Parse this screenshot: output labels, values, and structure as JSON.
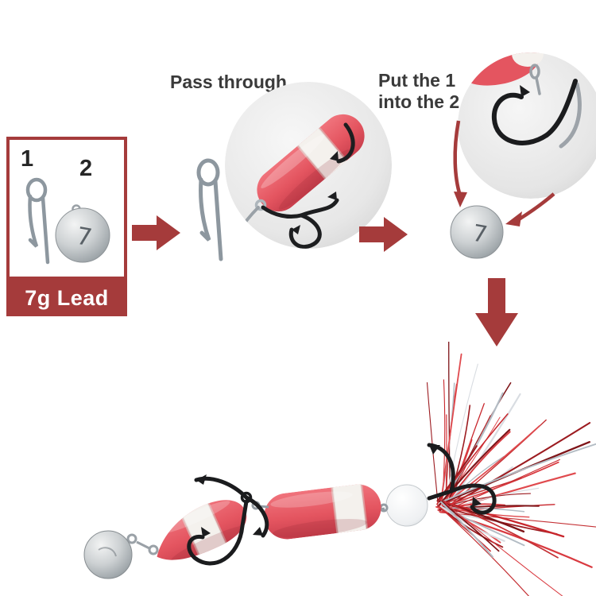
{
  "kit_box": {
    "item1_number": "1",
    "item2_number": "2",
    "caption": "7g Lead",
    "weight_mark": "7"
  },
  "steps": {
    "pass_through_label": "Pass through",
    "put_label_line1": "Put the 1",
    "put_label_line2": "into the 2",
    "step2_weight_mark": "7"
  },
  "colors": {
    "accent_red": "#a53b3b",
    "label_text": "#3a3a3a",
    "lure_red": "#e45560",
    "lure_red_dark": "#c93f4d",
    "foam_white": "#f4f1ed",
    "lead_grey": "#cdd1d3",
    "hook_black": "#1b1c1e",
    "wire_grey": "#949ca3",
    "tinsel_red": "#c8262c",
    "tinsel_silver": "#c3cad1"
  },
  "icons": {
    "snap_clip": "wire-clip shape",
    "lead_ball": "shaded sphere",
    "arrow_right": "solid triangle arrow",
    "arrow_down": "solid triangle arrow",
    "thin_arrow": "curved stroke arrow",
    "treble_hook": "hook curves",
    "foam_body": "capsule shape",
    "tinsel_tail": "radiating line fan"
  }
}
